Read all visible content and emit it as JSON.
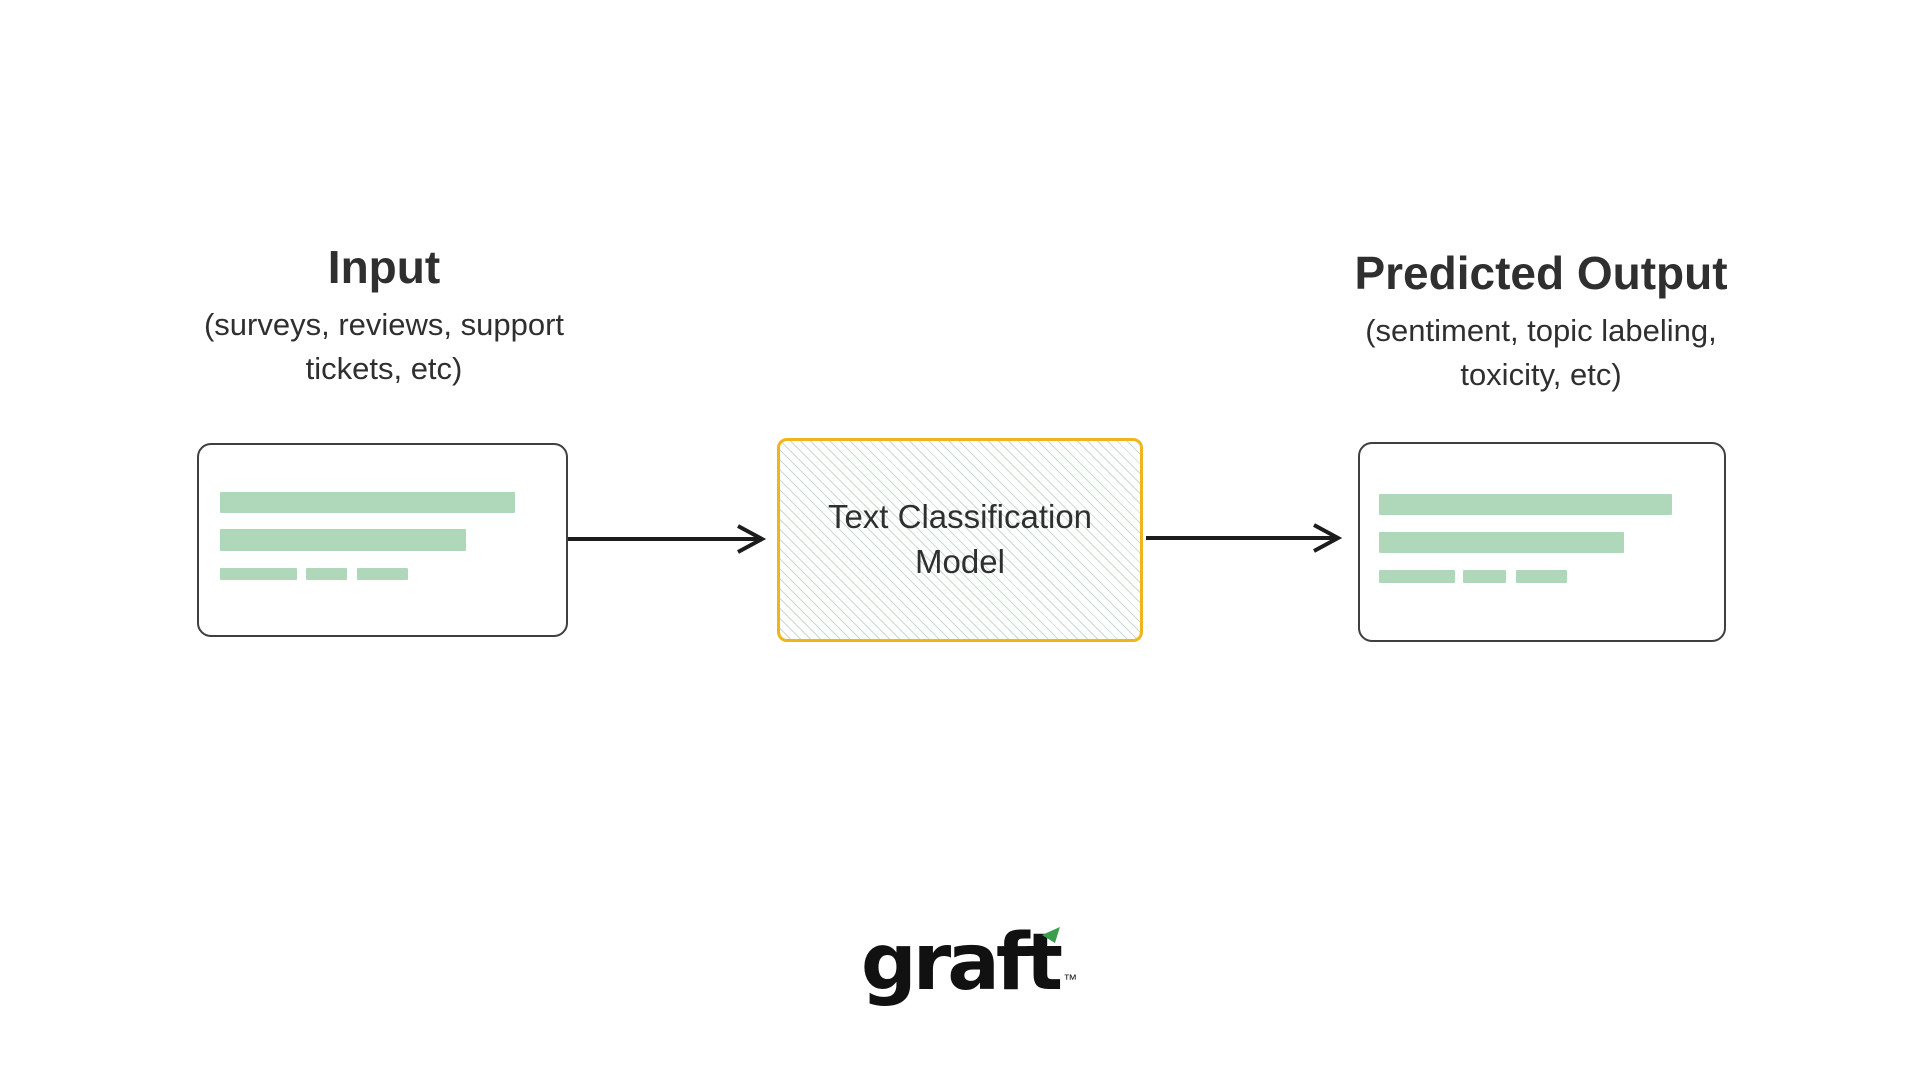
{
  "theme": {
    "background": "#ffffff",
    "text_dark": "#2f2f2f",
    "bar_green": "#afd7ba",
    "hatch_green": "#9fbfae",
    "model_border_yellow": "#f1b51c",
    "box_border_dark": "#3f3f3f",
    "arrow_black": "#1c1c1c",
    "logo_black": "#111111",
    "logo_leaf_green": "#3c9e4d"
  },
  "diagram": {
    "input": {
      "title": "Input",
      "subtitle_lines": [
        "(surveys, reviews, support",
        "tickets, etc)"
      ]
    },
    "model": {
      "label_lines": [
        "Text Classification",
        "Model"
      ]
    },
    "output": {
      "title": "Predicted Output",
      "subtitle_lines": [
        "(sentiment, topic labeling,",
        "toxicity, etc)"
      ]
    }
  },
  "logo": {
    "text": "graft",
    "trademark": "™"
  }
}
